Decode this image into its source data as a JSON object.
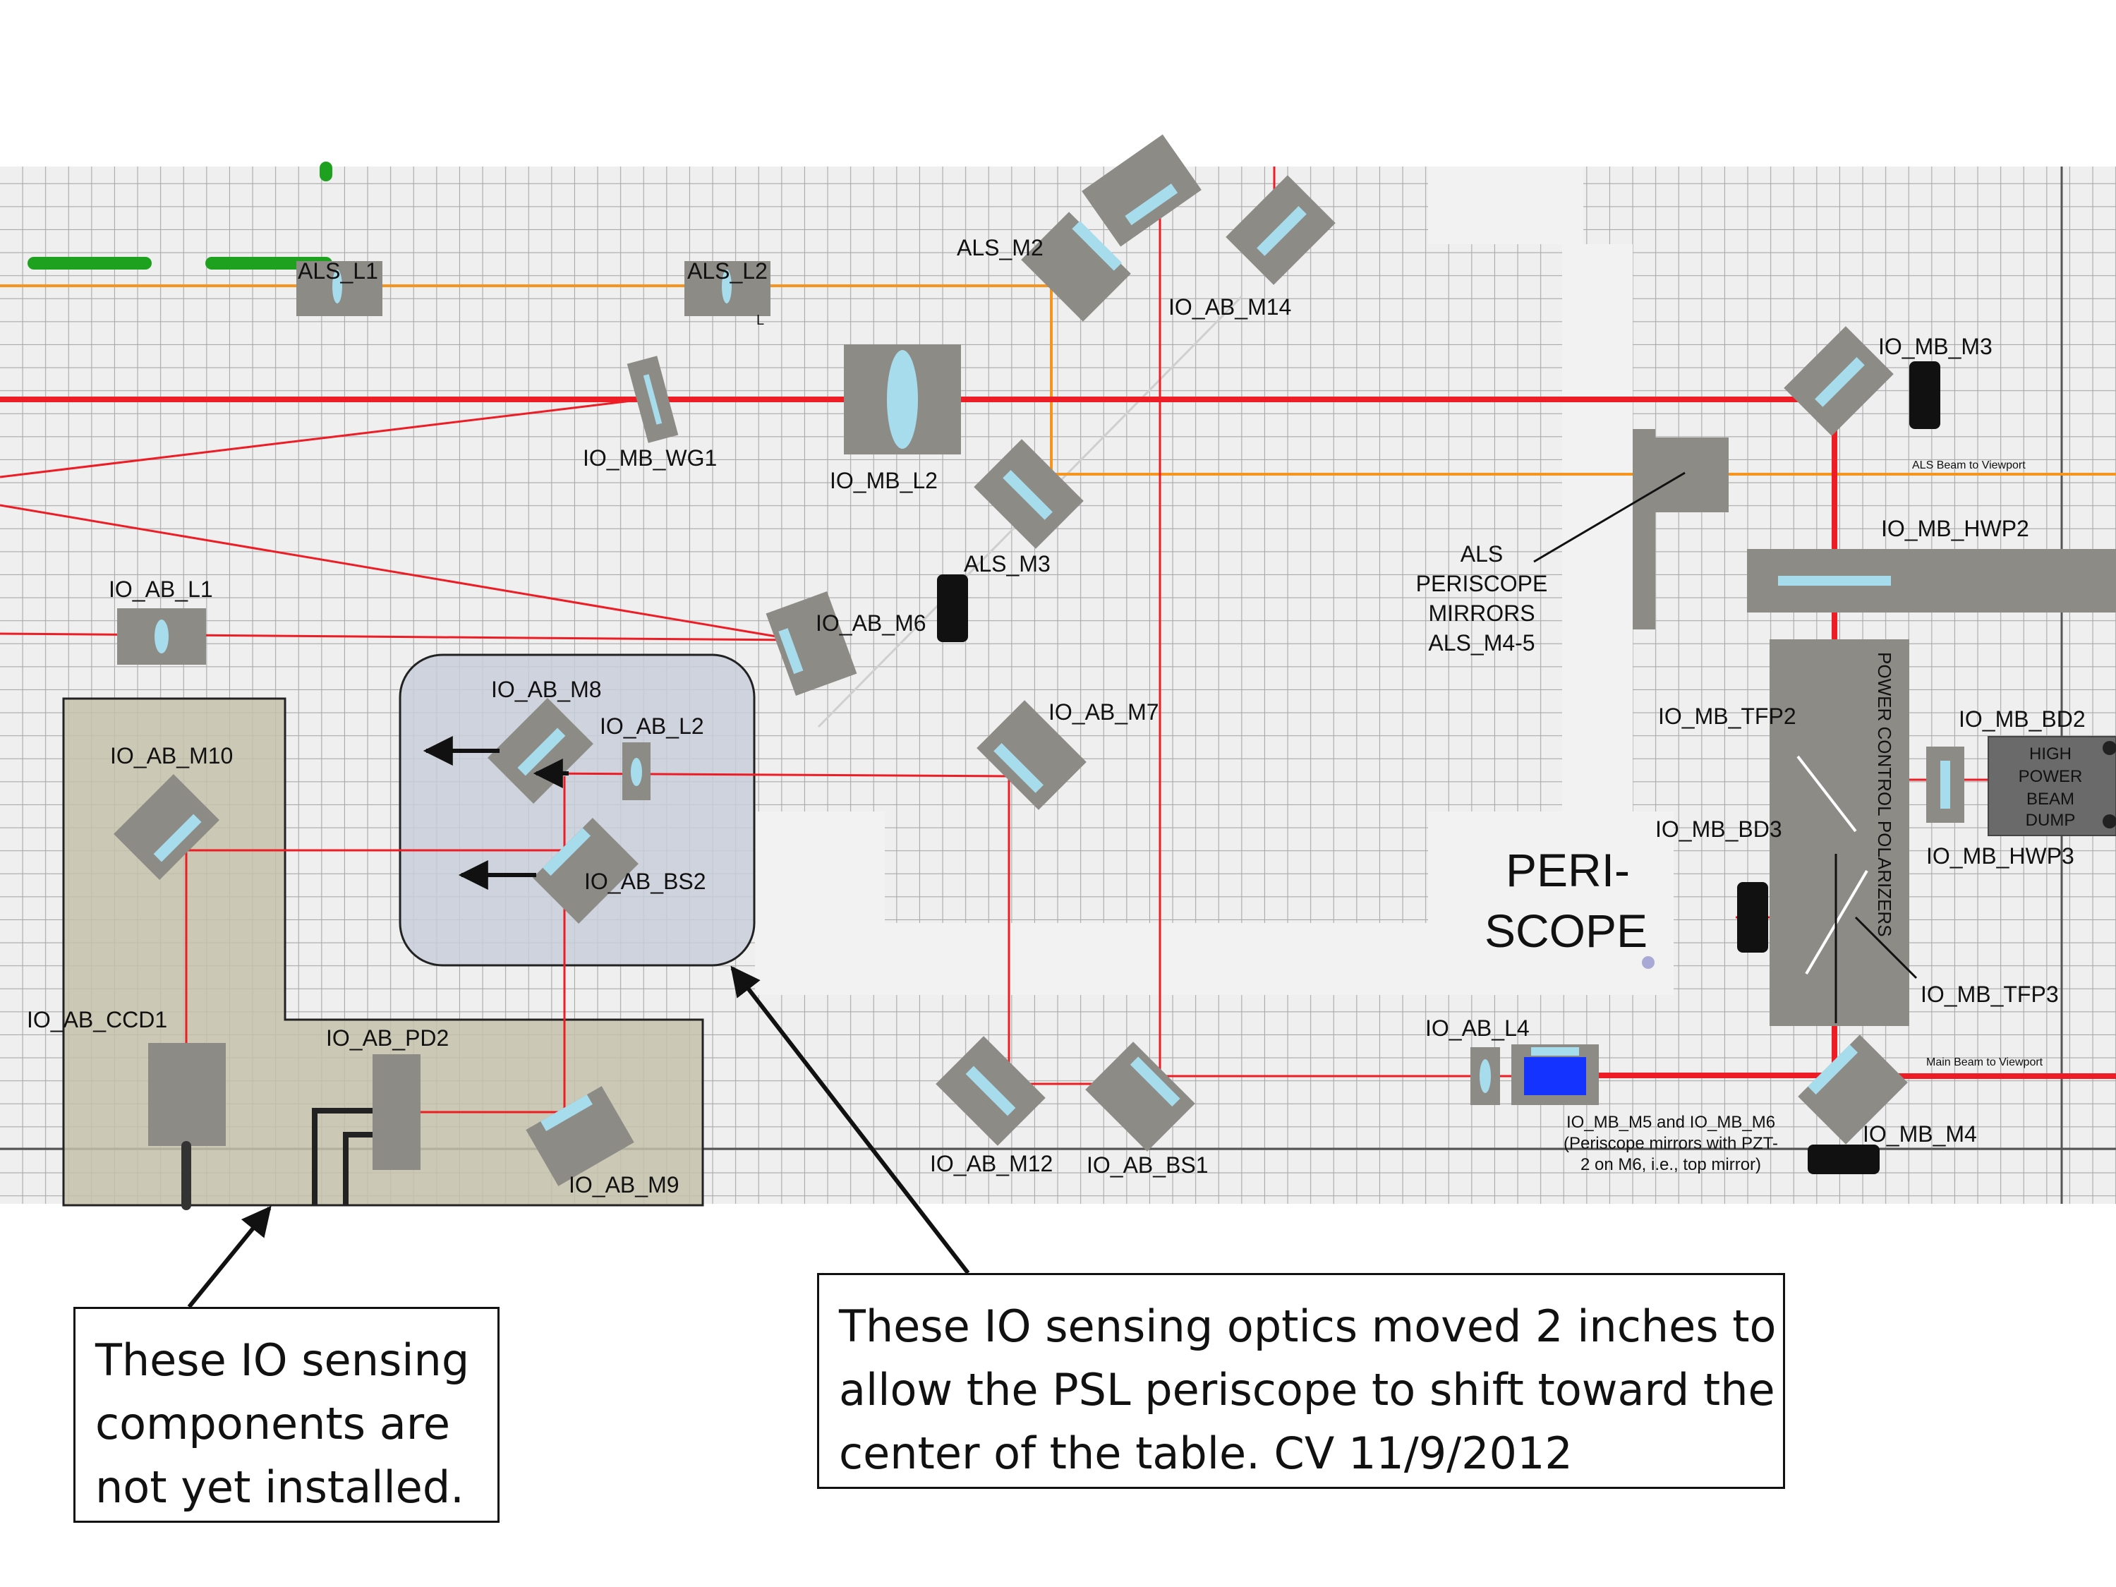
{
  "labels": {
    "als_l1": "ALS_L1",
    "als_l2": "ALS_L2",
    "als_l2_small": "L",
    "als_m2": "ALS_M2",
    "io_ab_m14": "IO_AB_M14",
    "io_mb_m3": "IO_MB_M3",
    "io_mb_wg1": "IO_MB_WG1",
    "io_mb_l2": "IO_MB_L2",
    "als_beam_to_viewport": "ALS Beam to Viewport",
    "io_mb_hwp2": "IO_MB_HWP2",
    "io_ab_l1": "IO_AB_L1",
    "als_m3": "ALS_M3",
    "io_ab_m6": "IO_AB_M6",
    "als_periscope_1": "ALS",
    "als_periscope_2": "PERISCOPE",
    "als_periscope_3": "MIRRORS",
    "als_periscope_4": "ALS_M4-5",
    "io_ab_m8": "IO_AB_M8",
    "io_ab_l2": "IO_AB_L2",
    "io_ab_m10": "IO_AB_M10",
    "io_ab_m7": "IO_AB_M7",
    "io_mb_tfp2": "IO_MB_TFP2",
    "power_control_polarizers": "POWER CONTROL POLARIZERS",
    "io_mb_bd2": "IO_MB_BD2",
    "beam_dump_1": "HIGH",
    "beam_dump_2": "POWER",
    "beam_dump_3": "BEAM",
    "beam_dump_4": "DUMP",
    "io_mb_bd3": "IO_MB_BD3",
    "io_mb_hwp3": "IO_MB_HWP3",
    "io_ab_bs2": "IO_AB_BS2",
    "periscope_1": "PERI-",
    "periscope_2": "SCOPE",
    "io_mb_tfp3": "IO_MB_TFP3",
    "io_ab_ccd1": "IO_AB_CCD1",
    "io_ab_pd2": "IO_AB_PD2",
    "io_ab_l4": "IO_AB_L4",
    "main_beam_to_viewport": "Main Beam to Viewport",
    "io_mb_m5_m6_1": "IO_MB_M5 and IO_MB_M6",
    "io_mb_m5_m6_2": "(Periscope mirrors with PZT-",
    "io_mb_m5_m6_3": "2 on M6, i.e., top mirror)",
    "io_mb_m4": "IO_MB_M4",
    "io_ab_m12": "IO_AB_M12",
    "io_ab_bs1": "IO_AB_BS1",
    "io_ab_m9": "IO_AB_M9"
  },
  "notes": {
    "left": [
      "These IO sensing",
      "components are",
      "not yet installed."
    ],
    "right": [
      "These IO sensing optics moved 2 inches to",
      "allow the PSL periscope to shift toward the",
      "center of the table.  CV 11/9/2012"
    ]
  },
  "colors": {
    "main_beam": "#ee1c24",
    "als_beam": "#f7941d",
    "optic_mount": "#8d8b86",
    "lens": "#a6dcec",
    "grid_line": "#a7a7a7",
    "table_bg": "#efefef",
    "uninstalled_region": "#c6c1ac",
    "moved_region": "#c8ced9",
    "beam_dump_blue": "#1433ff",
    "green_marker": "#1ea11e"
  }
}
